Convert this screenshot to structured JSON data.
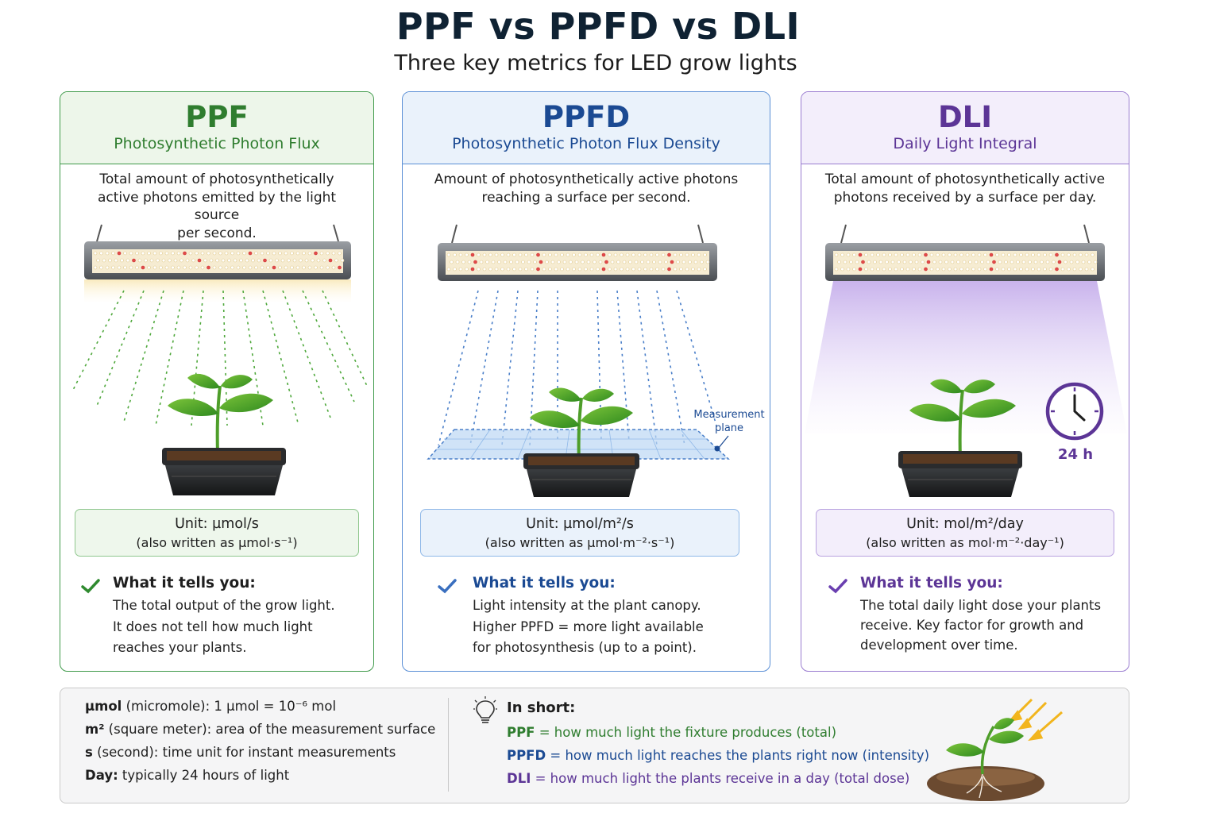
{
  "header": {
    "title": "PPF vs PPFD vs DLI",
    "subtitle": "Three key metrics for LED grow lights"
  },
  "colors": {
    "ppf": "#2f7d2f",
    "ppfd": "#1b4a93",
    "dli": "#5c3596"
  },
  "cards": [
    {
      "name": "PPF",
      "full_name": "Photosynthetic Photon Flux",
      "definition_lines": [
        "Total amount of photosynthetically",
        "active photons emitted by the light source",
        "per second."
      ],
      "unit": "Unit: µmol/s",
      "unit_alt": "(also written as µmol·s⁻¹)",
      "tells_heading": "What it tells you:",
      "tells_lines": [
        "The total output of the grow light.",
        "It does not tell how much light",
        "reaches your plants."
      ]
    },
    {
      "name": "PPFD",
      "full_name": "Photosynthetic Photon Flux Density",
      "definition_lines": [
        "Amount of photosynthetically active photons",
        "reaching a surface per second."
      ],
      "plane_label_lines": [
        "Measurement",
        "plane"
      ],
      "unit": "Unit: µmol/m²/s",
      "unit_alt": "(also written as µmol·m⁻²·s⁻¹)",
      "tells_heading": "What it tells you:",
      "tells_lines": [
        "Light intensity at the plant canopy.",
        "Higher PPFD = more light available",
        "for photosynthesis (up to a point)."
      ]
    },
    {
      "name": "DLI",
      "full_name": "Daily Light Integral",
      "definition_lines": [
        "Total amount of photosynthetically active",
        "photons received by a surface per day."
      ],
      "clock_label": "24 h",
      "unit": "Unit: mol/m²/day",
      "unit_alt": "(also written as mol·m⁻²·day⁻¹)",
      "tells_heading": "What it tells you:",
      "tells_lines": [
        "The total daily light dose your plants",
        "receive. Key factor for growth and",
        "development over time."
      ]
    }
  ],
  "glossary": [
    {
      "term": "µmol",
      "text": " (micromole): 1 µmol = 10⁻⁶ mol"
    },
    {
      "term": "m²",
      "text": " (square meter): area of the measurement surface"
    },
    {
      "term": "s",
      "text": " (second): time unit for instant measurements"
    },
    {
      "term": "Day:",
      "text": " typically 24 hours of light"
    }
  ],
  "in_short": {
    "heading": "In short:",
    "lines": [
      {
        "key": "PPF",
        "text": " = how much light the fixture produces (total)"
      },
      {
        "key": "PPFD",
        "text": " = how much light reaches the plants right now (intensity)"
      },
      {
        "key": "DLI",
        "text": " = how much light the plants receive in a day (total dose)"
      }
    ]
  }
}
